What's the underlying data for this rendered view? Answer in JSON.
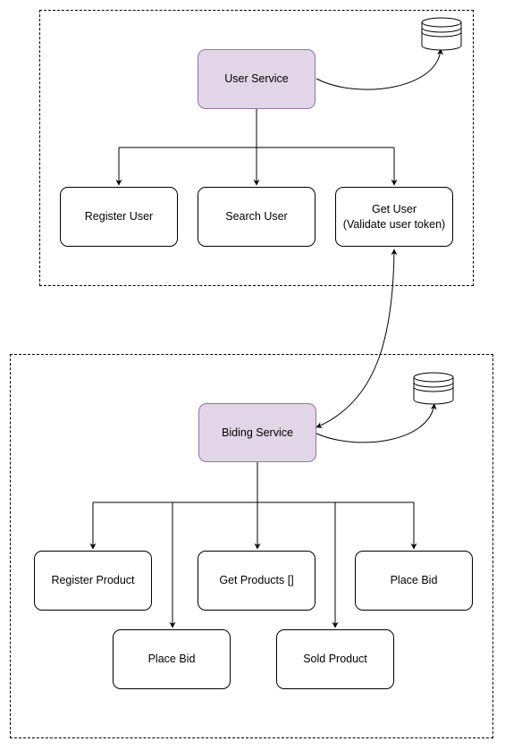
{
  "user_group": {
    "service": "User Service",
    "nodes": {
      "register_user": "Register User",
      "search_user": "Search User",
      "get_user_line1": "Get User",
      "get_user_line2": "(Validate user token)"
    }
  },
  "biding_group": {
    "service": "Biding Service",
    "nodes": {
      "register_product": "Register Product",
      "get_products": "Get Products []",
      "place_bid_right": "Place Bid",
      "place_bid_lower": "Place Bid",
      "sold_product": "Sold Product"
    }
  },
  "colors": {
    "service_fill": "#e1d5e7",
    "service_stroke": "#9673a6",
    "stroke": "#000000"
  },
  "icons": [
    "database-icon",
    "database-icon"
  ]
}
